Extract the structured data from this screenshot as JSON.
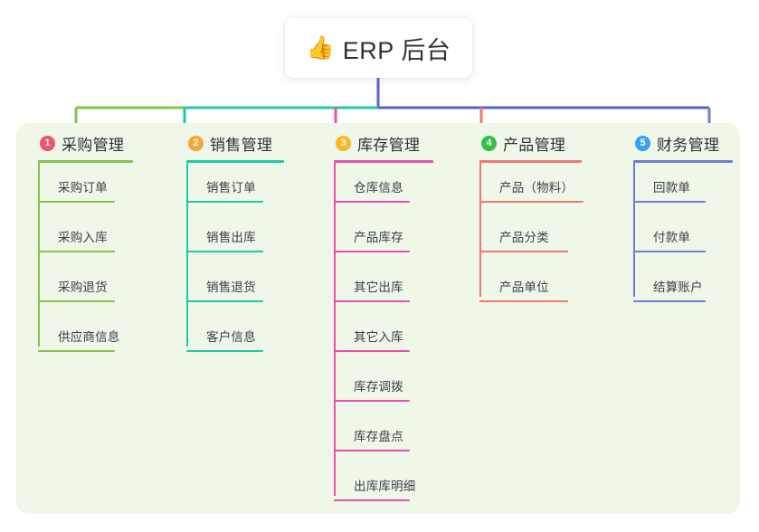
{
  "root": {
    "icon": "thumbs-up-icon",
    "emoji": "👍",
    "title": "ERP 后台"
  },
  "panel": {
    "background_color": "#eef7e8"
  },
  "connector_colors": {
    "root_stem": "#5b5fcf",
    "bar_left_green": "#82c44c",
    "bar_teal": "#1fc8a9",
    "bar_right_blue": "#5b5fcf"
  },
  "columns": [
    {
      "index": "1",
      "title": "采购管理",
      "badge_color": "#f4516c",
      "accent_color": "#82c44c",
      "items": [
        {
          "label": "采购订单"
        },
        {
          "label": "采购入库"
        },
        {
          "label": "采购退货"
        },
        {
          "label": "供应商信息"
        }
      ]
    },
    {
      "index": "2",
      "title": "销售管理",
      "badge_color": "#f7a838",
      "accent_color": "#1fc8a9",
      "items": [
        {
          "label": "销售订单"
        },
        {
          "label": "销售出库"
        },
        {
          "label": "销售退货"
        },
        {
          "label": "客户信息"
        }
      ]
    },
    {
      "index": "3",
      "title": "库存管理",
      "badge_color": "#ffb822",
      "accent_color": "#ee4eab",
      "items": [
        {
          "label": "仓库信息"
        },
        {
          "label": "产品库存"
        },
        {
          "label": "其它出库"
        },
        {
          "label": "其它入库"
        },
        {
          "label": "库存调拨"
        },
        {
          "label": "库存盘点"
        },
        {
          "label": "出库库明细"
        }
      ]
    },
    {
      "index": "4",
      "title": "产品管理",
      "badge_color": "#34bf49",
      "accent_color": "#f4776c",
      "items": [
        {
          "label": "产品（物料）"
        },
        {
          "label": "产品分类"
        },
        {
          "label": "产品单位"
        }
      ]
    },
    {
      "index": "5",
      "title": "财务管理",
      "badge_color": "#36a3f7",
      "accent_color": "#6c7fd4",
      "items": [
        {
          "label": "回款单"
        },
        {
          "label": "付款单"
        },
        {
          "label": "结算账户"
        }
      ]
    }
  ]
}
